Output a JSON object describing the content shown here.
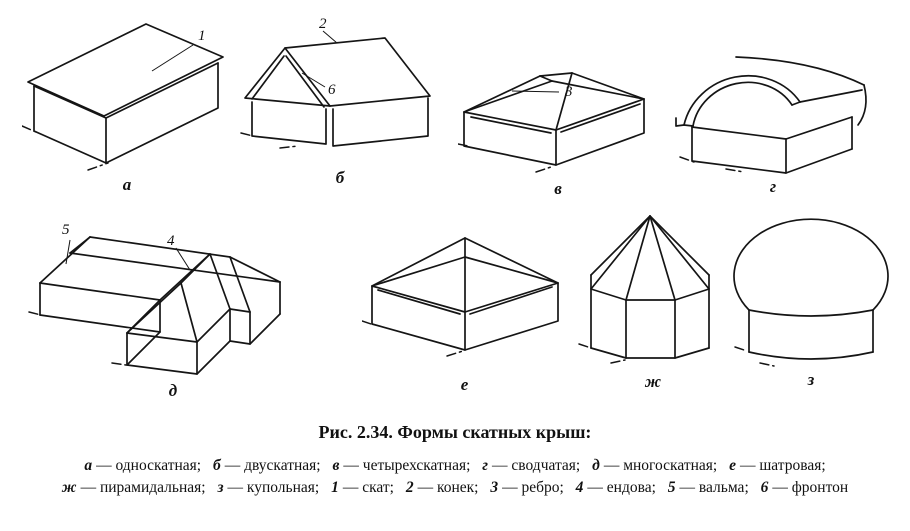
{
  "figure": {
    "caption": "Рис. 2.34. Формы скатных крыш:"
  },
  "roofs": [
    {
      "letter": "а"
    },
    {
      "letter": "б"
    },
    {
      "letter": "в"
    },
    {
      "letter": "г"
    },
    {
      "letter": "д"
    },
    {
      "letter": "е"
    },
    {
      "letter": "ж"
    },
    {
      "letter": "з"
    }
  ],
  "callouts": {
    "n1": "1",
    "n2": "2",
    "n3": "3",
    "n4": "4",
    "n5": "5",
    "n6": "6"
  },
  "legend": {
    "items": [
      {
        "key": "а",
        "rest": "— односкатная;"
      },
      {
        "key": "б",
        "rest": "— двускатная;"
      },
      {
        "key": "в",
        "rest": "— четырехскатная;"
      },
      {
        "key": "г",
        "rest": "— сводчатая;"
      },
      {
        "key": "д",
        "rest": "— многоскатная;"
      },
      {
        "key": "е",
        "rest": "— шатровая;"
      },
      {
        "key": "ж",
        "rest": "— пирамидальная;"
      },
      {
        "key": "з",
        "rest": "— купольная;"
      },
      {
        "key": "1",
        "rest": "— скат;"
      },
      {
        "key": "2",
        "rest": "— конек;"
      },
      {
        "key": "3",
        "rest": "— ребро;"
      },
      {
        "key": "4",
        "rest": "— ендова;"
      },
      {
        "key": "5",
        "rest": "— вальма;"
      },
      {
        "key": "6",
        "rest": "— фронтон"
      }
    ]
  }
}
